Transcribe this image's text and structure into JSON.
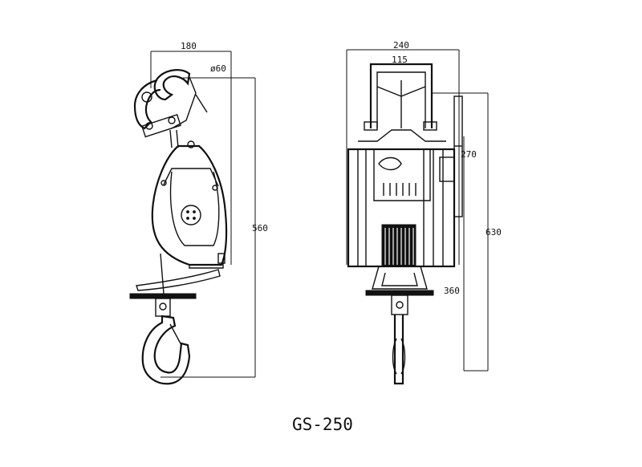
{
  "model_label": "GS-250",
  "dimensions": {
    "side_width": "180",
    "sheave_diameter": "ø60",
    "side_height": "560",
    "front_width": "240",
    "handle_width": "115",
    "motor_height": "270",
    "front_height": "630",
    "lower_height": "360"
  }
}
